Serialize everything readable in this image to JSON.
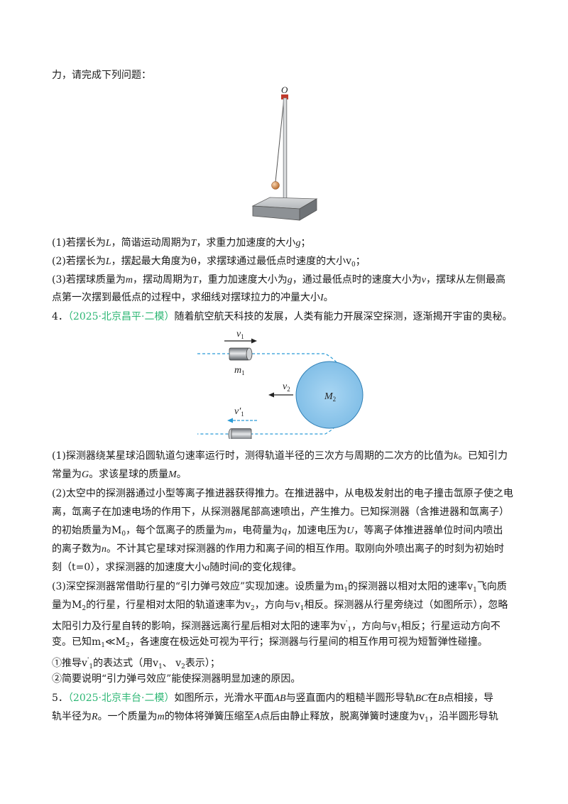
{
  "intro": "力，请完成下列问题：",
  "fig1": {
    "label_o": "O"
  },
  "q3": {
    "p1_a": "(1)若摆长为",
    "p1_b": "，简谐运动周期为",
    "p1_c": "，求重力加速度的大小",
    "p1_d": "；",
    "p2_a": "(2)若摆长为",
    "p2_b": "，摆起最大角度为θ，求摆球通过最低点时速度的大小v",
    "p2_c": "；",
    "p3_a": "(3)若摆球质量为",
    "p3_b": "，摆动周期为",
    "p3_c": "，重力加速度大小为",
    "p3_d": "，通过最低点时的速度大小为",
    "p3_e": "，摆球从左侧最高",
    "p3_f": "点第一次摆到最低点的过程中，求细线对摆球拉力的冲量大小",
    "p3_g": "。"
  },
  "q4": {
    "num": "4．",
    "source": "（2025·北京昌平·二模）",
    "stem": "随着航空航天科技的发展，人类有能力开展深空探测，逐渐揭开宇宙的奥秘。",
    "fig": {
      "v1": "v",
      "m1": "m",
      "v2": "v",
      "M2": "M",
      "v1p": "v′"
    },
    "p1_a": "(1)探测器绕某星球沿圆轨道匀速率运行时，测得轨道半径的三次方与周期的二次方的比值为",
    "p1_b": "。已知引力",
    "p1_c": "常量为",
    "p1_d": "。求该星球的质量",
    "p1_e": "。",
    "p2_l1": "(2)太空中的探测器通过小型等离子推进器获得推力。在推进器中，从电极发射出的电子撞击氙原子使之电",
    "p2_l2": "离，氙离子在加速电场的作用下，从探测器尾部高速喷出，产生推力。已知探测器（含推进器和氙离子）",
    "p2_l3_a": "的初始质量为M",
    "p2_l3_b": "，每个氙离子的质量为",
    "p2_l3_c": "，电荷量为",
    "p2_l3_d": "，加速电压为",
    "p2_l3_e": "，等离子体推进器单位时间内喷出",
    "p2_l4_a": "的离子数为",
    "p2_l4_b": "。不计其它星球对探测器的作用力和离子间的相互作用。取刚向外喷出离子的时刻为初始时",
    "p2_l5_a": "刻（t=0），求探测器的加速度大小",
    "p2_l5_b": "随时间",
    "p2_l5_c": "的变化规律。",
    "p3_l1_a": "(3)深空探测器常借助行星的“引力弹弓效应”实现加速。设质量为m",
    "p3_l1_b": "的探测器以相对太阳的速率v",
    "p3_l1_c": "飞向质",
    "p3_l2_a": "量为M",
    "p3_l2_b": "的行星，行星相对太阳的轨道速率为v",
    "p3_l2_c": "，方向与v",
    "p3_l2_d": "相反。探测器从行星旁绕过（如图所示），忽略",
    "p3_l3_a": "太阳引力及行星自转的影响，探测器远离行星后相对太阳的速率为v",
    "p3_l3_b": "，方向与v",
    "p3_l3_c": "相反；行星运动方向不",
    "p3_l4_a": "变。已知m",
    "p3_l4_b": "≪M",
    "p3_l4_c": "，各速度在极远处可视为平行；探测器与行星间的相互作用可视为短暂弹性碰撞。",
    "s1_a": "①推导v",
    "s1_b": "的表达式（用v",
    "s1_c": "、 v",
    "s1_d": "表示）；",
    "s2": "②简要说明“引力弹弓效应”能使探测器明显加速的原因。"
  },
  "q5": {
    "num": "5．",
    "source": "（2025·北京丰台·二模）",
    "l1_a": "如图所示，光滑水平面",
    "l1_b": "与竖直面内的粗糙半圆形导轨",
    "l1_c": "在",
    "l1_d": "点相接，导",
    "l2_a": "轨半径为",
    "l2_b": "。一个质量为",
    "l2_c": "的物体将弹簧压缩至",
    "l2_d": "点后由静止释放，脱离弹簧时速度为v",
    "l2_e": "，沿半圆形导轨"
  },
  "sym": {
    "L": "L",
    "T": "T",
    "g": "g",
    "m": "m",
    "v": "v",
    "I": "I",
    "k": "k",
    "G": "G",
    "M": "M",
    "q": "q",
    "U": "U",
    "n": "n",
    "a": "a",
    "t": "t",
    "AB": "AB",
    "BC": "BC",
    "B": "B",
    "R": "R",
    "A": "A",
    "s0": "0",
    "s1": "1",
    "s2": "2",
    "s1p": "1",
    "sp": "'"
  }
}
